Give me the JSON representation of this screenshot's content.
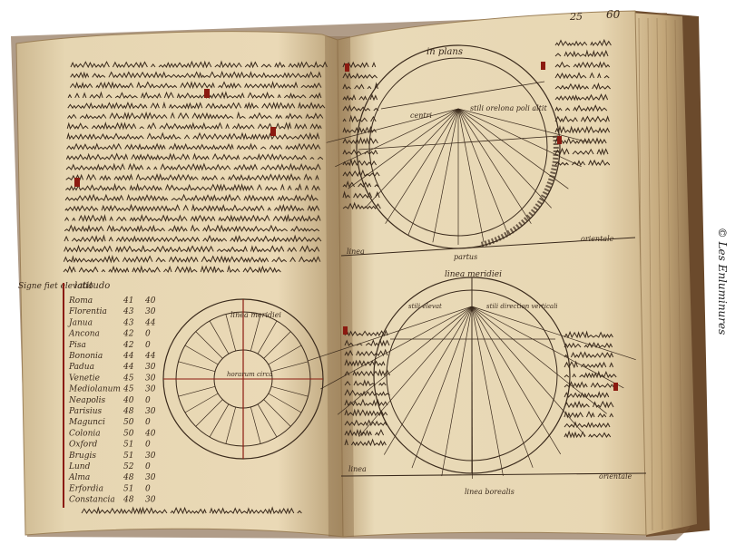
{
  "credit": "© Les Enluminures",
  "folio": {
    "primary": "60",
    "secondary": "25"
  },
  "right_page": {
    "upper_dial": {
      "top_label": "in plans",
      "inner_left": "centri",
      "inner_right": "stili orelona poli altit",
      "bottom": "partus",
      "left_foot": "linea",
      "right_foot": "orientale"
    },
    "lower_dial": {
      "top_label": "linea meridiei",
      "inner_left": "stili elevat",
      "inner_right": "stili direction verticali",
      "bottom": "linea borealis",
      "left_foot": "linea",
      "right_foot": "orientale"
    }
  },
  "left_page": {
    "table_header": "latitudo",
    "side_label": "Signe fiet elevatio",
    "rows": [
      {
        "city": "Roma",
        "deg": "41",
        "min": "40"
      },
      {
        "city": "Florentia",
        "deg": "43",
        "min": "30"
      },
      {
        "city": "Janua",
        "deg": "43",
        "min": "44"
      },
      {
        "city": "Ancona",
        "deg": "42",
        "min": "0"
      },
      {
        "city": "Pisa",
        "deg": "42",
        "min": "0"
      },
      {
        "city": "Bononia",
        "deg": "44",
        "min": "44"
      },
      {
        "city": "Padua",
        "deg": "44",
        "min": "30"
      },
      {
        "city": "Venetie",
        "deg": "45",
        "min": "30"
      },
      {
        "city": "Mediolanum",
        "deg": "45",
        "min": "30"
      },
      {
        "city": "Neapolis",
        "deg": "40",
        "min": "0"
      },
      {
        "city": "Parisius",
        "deg": "48",
        "min": "30"
      },
      {
        "city": "Magunci",
        "deg": "50",
        "min": "0"
      },
      {
        "city": "Colonia",
        "deg": "50",
        "min": "40"
      },
      {
        "city": "Oxford",
        "deg": "51",
        "min": "0"
      },
      {
        "city": "Brugis",
        "deg": "51",
        "min": "30"
      },
      {
        "city": "Lund",
        "deg": "52",
        "min": "0"
      },
      {
        "city": "Alma",
        "deg": "48",
        "min": "30"
      },
      {
        "city": "Erfordia",
        "deg": "51",
        "min": "0"
      },
      {
        "city": "Constancia",
        "deg": "48",
        "min": "30"
      }
    ],
    "dial_top": "linea meridiei",
    "dial_center": "horarum circa"
  }
}
